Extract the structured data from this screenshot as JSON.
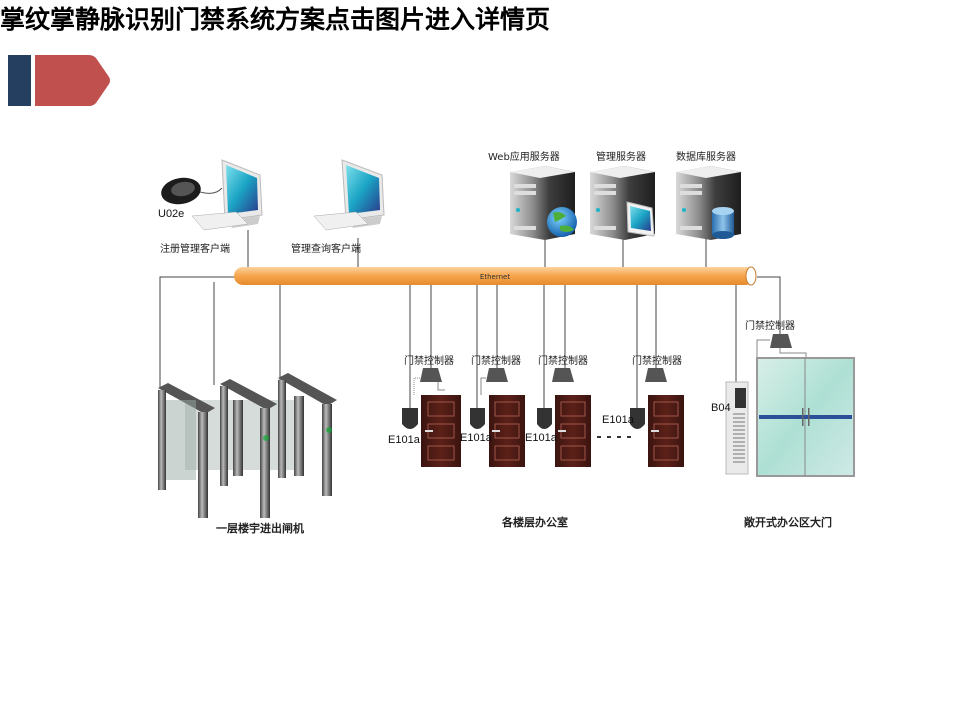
{
  "header": {
    "title": "掌纹掌静脉识别门禁系统方案点击图片进入详情页",
    "accent_colors": {
      "navy": "#243f60",
      "red": "#c0504d"
    }
  },
  "diagram": {
    "network": {
      "label": "Ethernet",
      "color": "#f5a04a"
    },
    "clients": [
      {
        "label": "注册管理客户端",
        "device": "U02e"
      },
      {
        "label": "管理查询客户端"
      }
    ],
    "servers": [
      {
        "label": "Web应用服务器",
        "badge": "globe-icon"
      },
      {
        "label": "管理服务器",
        "badge": "monitor-icon"
      },
      {
        "label": "数据库服务器",
        "badge": "database-icon"
      }
    ],
    "controller_label": "门禁控制器",
    "offices": {
      "reader_label": "E101a",
      "units": 4,
      "caption": "各楼层办公室"
    },
    "gates": {
      "caption": "一层楼宇进出闸机"
    },
    "main_door": {
      "reader_label": "B04",
      "controller_label": "门禁控制器",
      "caption": "敞开式办公区大门"
    }
  }
}
